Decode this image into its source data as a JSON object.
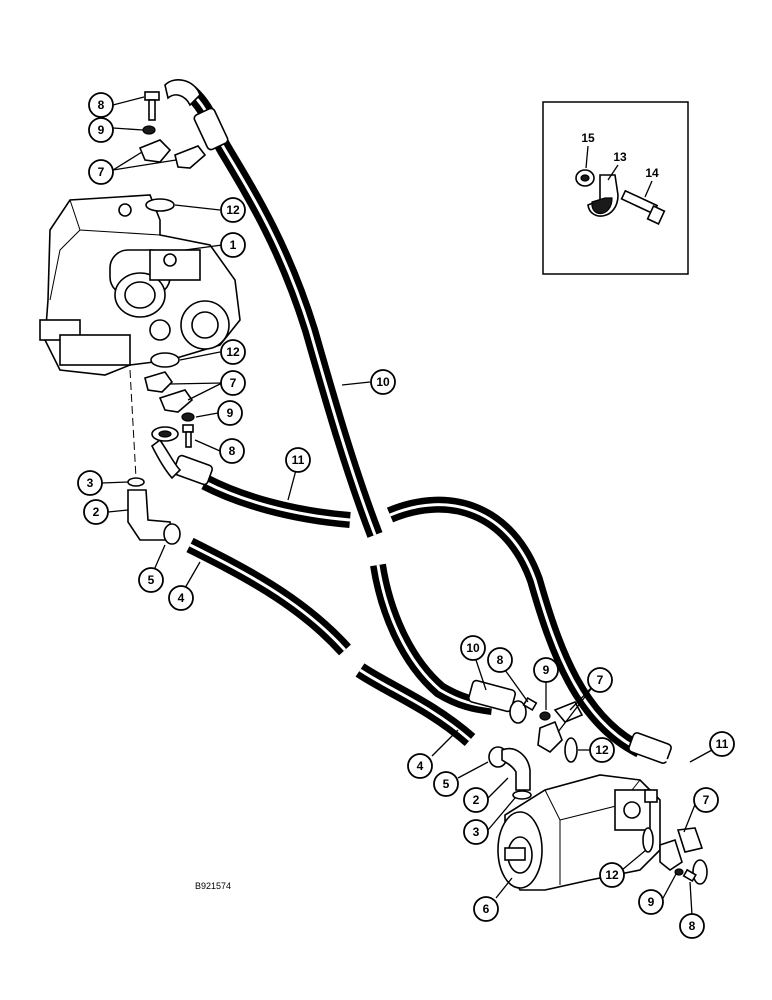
{
  "diagram": {
    "drawing_code": "B921574",
    "detail_inset": {
      "labels": [
        "15",
        "13",
        "14"
      ]
    },
    "callouts": [
      {
        "label": "8"
      },
      {
        "label": "9"
      },
      {
        "label": "7"
      },
      {
        "label": "12"
      },
      {
        "label": "1"
      },
      {
        "label": "12"
      },
      {
        "label": "7"
      },
      {
        "label": "9"
      },
      {
        "label": "8"
      },
      {
        "label": "10"
      },
      {
        "label": "11"
      },
      {
        "label": "3"
      },
      {
        "label": "2"
      },
      {
        "label": "5"
      },
      {
        "label": "4"
      },
      {
        "label": "10"
      },
      {
        "label": "8"
      },
      {
        "label": "9"
      },
      {
        "label": "7"
      },
      {
        "label": "12"
      },
      {
        "label": "11"
      },
      {
        "label": "4"
      },
      {
        "label": "5"
      },
      {
        "label": "2"
      },
      {
        "label": "3"
      },
      {
        "label": "7"
      },
      {
        "label": "12"
      },
      {
        "label": "6"
      },
      {
        "label": "9"
      },
      {
        "label": "8"
      }
    ]
  }
}
